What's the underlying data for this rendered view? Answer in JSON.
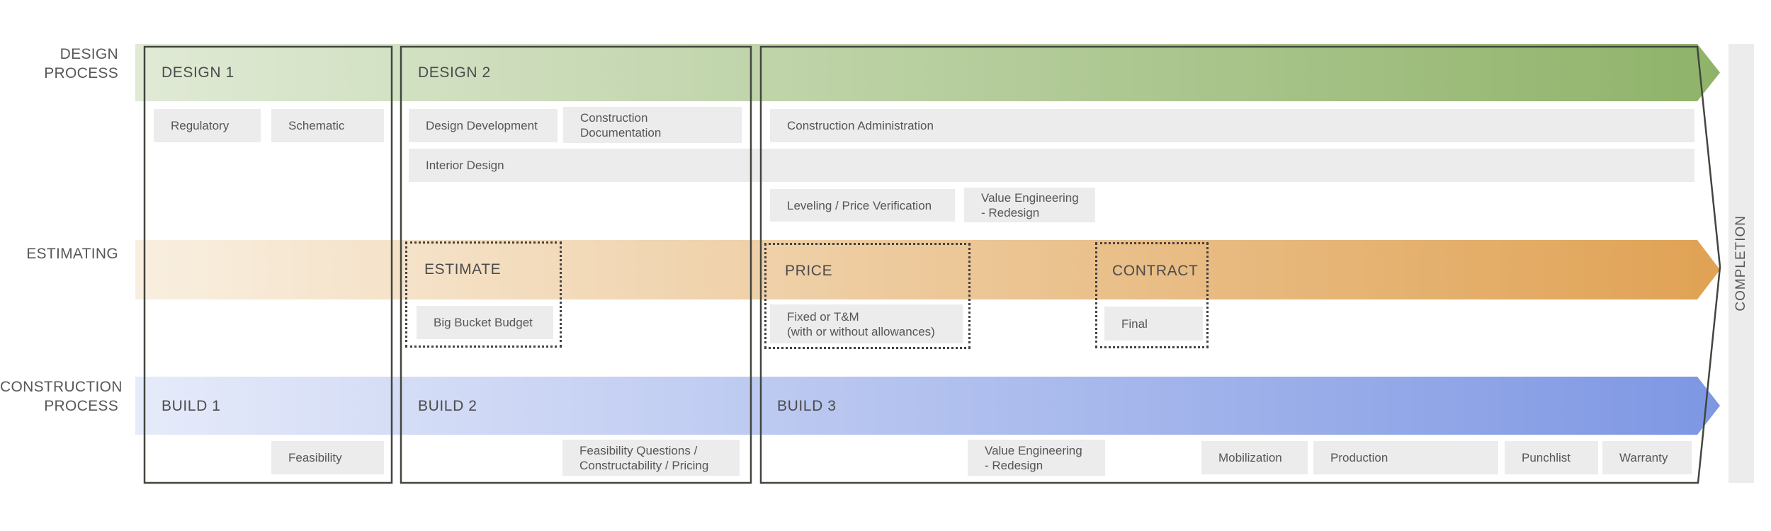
{
  "side_labels": {
    "design_process": "DESIGN\nPROCESS",
    "estimating": "ESTIMATING",
    "construction_process": "CONSTRUCTION\nPROCESS"
  },
  "bands": {
    "design": {
      "phases": {
        "design1": "DESIGN 1",
        "design2": "DESIGN 2"
      }
    },
    "estimating": {
      "phases": {
        "estimate": "ESTIMATE",
        "price": "PRICE",
        "contract": "CONTRACT"
      }
    },
    "construction": {
      "phases": {
        "build1": "BUILD 1",
        "build2": "BUILD 2",
        "build3": "BUILD 3"
      }
    }
  },
  "tags": {
    "regulatory": "Regulatory",
    "schematic": "Schematic",
    "design_development": "Design Development",
    "construction_documentation": "Construction\nDocumentation",
    "construction_administration": "Construction Administration",
    "interior_design": "Interior Design",
    "leveling_price_verification": "Leveling / Price Verification",
    "value_engineering_redesign_design": "Value Engineering\n- Redesign",
    "big_bucket_budget": "Big Bucket Budget",
    "fixed_or_tm": "Fixed or T&M\n(with or without allowances)",
    "final": "Final",
    "feasibility": "Feasibility",
    "feasibility_questions": "Feasibility Questions /\nConstructability / Pricing",
    "value_engineering_redesign_build": "Value Engineering\n- Redesign",
    "mobilization": "Mobilization",
    "production": "Production",
    "punchlist": "Punchlist",
    "warranty": "Warranty"
  },
  "completion_label": "COMPLETION",
  "colors": {
    "green_start": "#e0ead5",
    "green_end": "#8fb369",
    "orange_start": "#f9efe0",
    "orange_end": "#e0a254",
    "blue_start": "#e6ebfa",
    "blue_end": "#7e97e3",
    "tag_bg": "#ececec",
    "box_border": "#42463e"
  }
}
